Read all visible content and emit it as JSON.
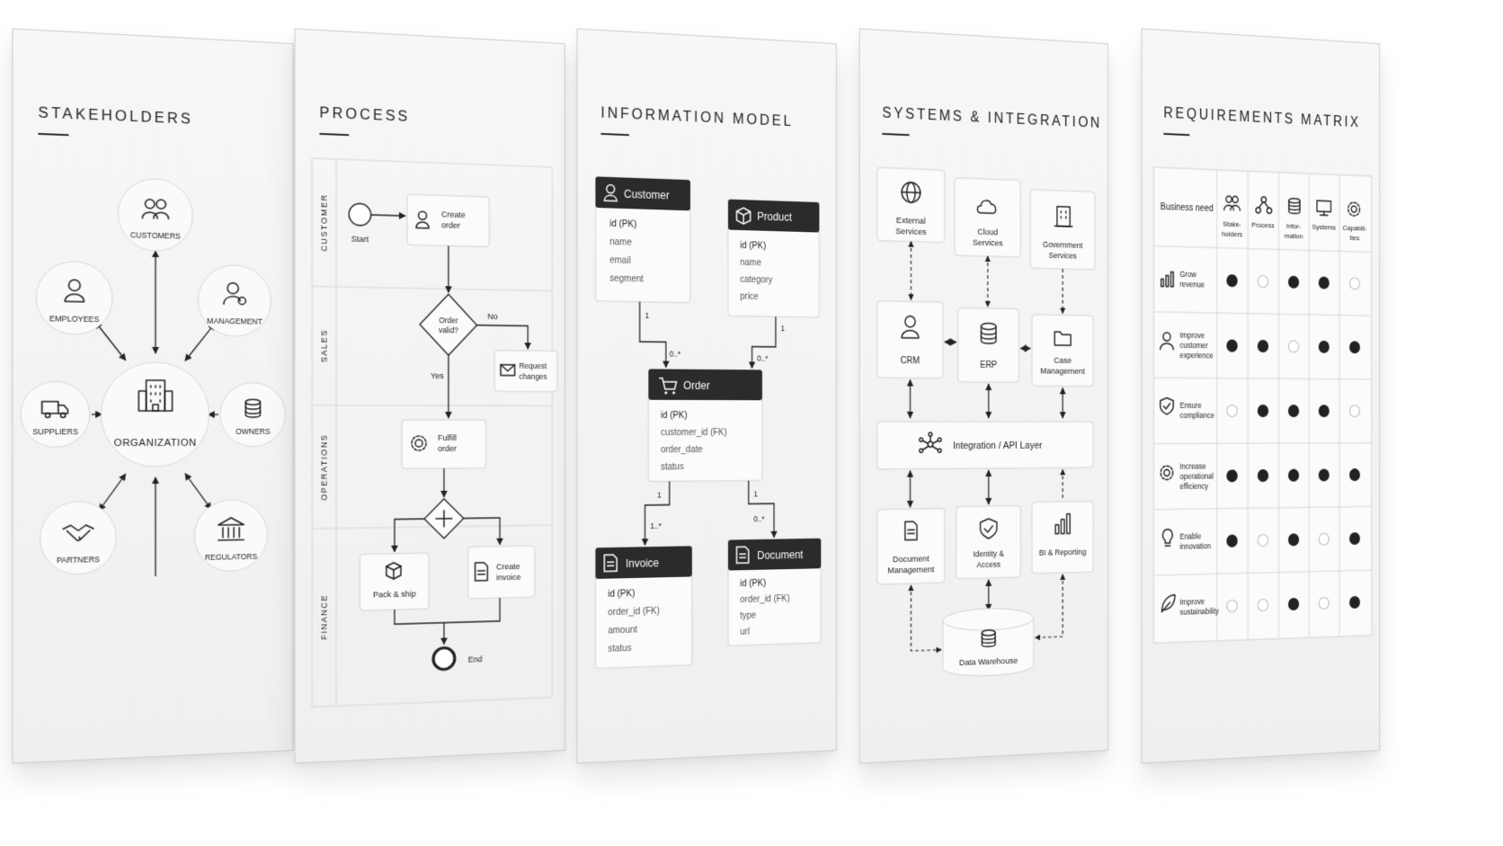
{
  "stakeholders": {
    "title": "STAKEHOLDERS",
    "center": "ORGANIZATION",
    "nodes": [
      "CUSTOMERS",
      "EMPLOYEES",
      "MANAGEMENT",
      "SUPPLIERS",
      "OWNERS",
      "PARTNERS",
      "REGULATORS"
    ]
  },
  "process": {
    "title": "PROCESS",
    "lanes": [
      "CUSTOMER",
      "SALES",
      "OPERATIONS",
      "FINANCE"
    ],
    "start": "Start",
    "end": "End",
    "create_order_1": "Create",
    "create_order_2": "order",
    "decision_1": "Order",
    "decision_2": "valid?",
    "no": "No",
    "yes": "Yes",
    "request_1": "Request",
    "request_2": "changes",
    "fulfill_1": "Fulfill",
    "fulfill_2": "order",
    "pack": "Pack & ship",
    "invoice_1": "Create",
    "invoice_2": "invoice"
  },
  "info_model": {
    "title": "INFORMATION MODEL",
    "customer": {
      "name": "Customer",
      "fields": [
        "id (PK)",
        "name",
        "email",
        "segment"
      ]
    },
    "product": {
      "name": "Product",
      "fields": [
        "id (PK)",
        "name",
        "category",
        "price"
      ]
    },
    "order": {
      "name": "Order",
      "fields": [
        "id (PK)",
        "customer_id (FK)",
        "order_date",
        "status"
      ]
    },
    "invoice": {
      "name": "Invoice",
      "fields": [
        "id (PK)",
        "order_id (FK)",
        "amount",
        "status"
      ]
    },
    "document": {
      "name": "Document",
      "fields": [
        "id (PK)",
        "order_id (FK)",
        "type",
        "url"
      ]
    },
    "cardinality": {
      "one": "1",
      "many": "0..*",
      "one_many": "1..*"
    }
  },
  "systems": {
    "title": "SYSTEMS & INTEGRATION",
    "external_1": "External",
    "external_2": "Services",
    "cloud_1": "Cloud",
    "cloud_2": "Services",
    "gov_1": "Government",
    "gov_2": "Services",
    "crm": "CRM",
    "erp": "ERP",
    "case_1": "Case",
    "case_2": "Management",
    "integration": "Integration / API Layer",
    "docmgmt_1": "Document",
    "docmgmt_2": "Management",
    "identity_1": "Identity &",
    "identity_2": "Access",
    "bi": "BI & Reporting",
    "warehouse": "Data Warehouse"
  },
  "requirements": {
    "title": "REQUIREMENTS MATRIX",
    "corner": "Business need",
    "columns": [
      {
        "l1": "Stake-",
        "l2": "holders"
      },
      {
        "l1": "Process",
        "l2": ""
      },
      {
        "l1": "Infor-",
        "l2": "mation"
      },
      {
        "l1": "Systems",
        "l2": ""
      },
      {
        "l1": "Capabili-",
        "l2": "ties"
      }
    ],
    "rows": [
      {
        "lines": [
          "Grow",
          "revenue"
        ],
        "dots": [
          1,
          0,
          1,
          1,
          0
        ]
      },
      {
        "lines": [
          "Improve",
          "customer",
          "experience"
        ],
        "dots": [
          1,
          1,
          0,
          1,
          1
        ]
      },
      {
        "lines": [
          "Ensure",
          "compliance"
        ],
        "dots": [
          0,
          1,
          1,
          1,
          0
        ]
      },
      {
        "lines": [
          "Increase",
          "operational",
          "efficiency"
        ],
        "dots": [
          1,
          1,
          1,
          1,
          1
        ]
      },
      {
        "lines": [
          "Enable",
          "innovation"
        ],
        "dots": [
          1,
          0,
          1,
          0,
          1
        ]
      },
      {
        "lines": [
          "Improve",
          "sustainability"
        ],
        "dots": [
          0,
          0,
          1,
          0,
          1
        ]
      }
    ]
  }
}
